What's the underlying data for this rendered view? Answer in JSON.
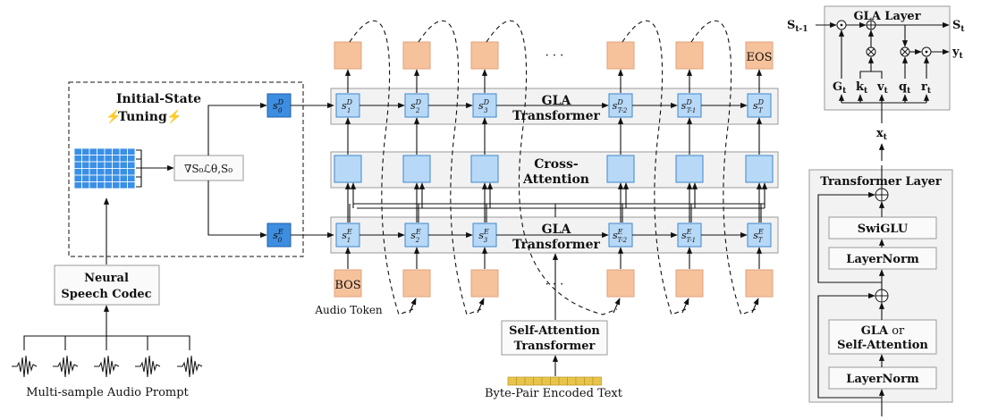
{
  "left": {
    "initial_state_title": "Initial-State",
    "tuning_label": "Tuning",
    "gradient_label": "∇S₀ℒθ,S₀",
    "codec_line1": "Neural",
    "codec_line2": "Speech Codec",
    "audio_prompt_label": "Multi-sample Audio Prompt"
  },
  "center": {
    "gla_top_line1": "GLA",
    "gla_top_line2": "Transformer",
    "cross_line1": "Cross-",
    "cross_line2": "Attention",
    "gla_bottom_line1": "GLA",
    "gla_bottom_line2": "Transformer",
    "eos_label": "EOS",
    "bos_label": "BOS",
    "audio_token_label": "Audio Token",
    "ellipsis": "· · ·",
    "self_attn_line1": "Self-Attention",
    "self_attn_line2": "Transformer",
    "bpe_label": "Byte-Pair Encoded Text",
    "decoder_states": [
      {
        "base": "s",
        "sup": "D",
        "sub": "0"
      },
      {
        "base": "s",
        "sup": "D",
        "sub": "1"
      },
      {
        "base": "s",
        "sup": "D",
        "sub": "2"
      },
      {
        "base": "s",
        "sup": "D",
        "sub": "3"
      },
      {
        "base": "s",
        "sup": "D",
        "sub": "T-2"
      },
      {
        "base": "s",
        "sup": "D",
        "sub": "T-1"
      },
      {
        "base": "s",
        "sup": "D",
        "sub": "T"
      }
    ],
    "encoder_states": [
      {
        "base": "s",
        "sup": "E",
        "sub": "0"
      },
      {
        "base": "s",
        "sup": "E",
        "sub": "1"
      },
      {
        "base": "s",
        "sup": "E",
        "sub": "2"
      },
      {
        "base": "s",
        "sup": "E",
        "sub": "3"
      },
      {
        "base": "s",
        "sup": "E",
        "sub": "T-2"
      },
      {
        "base": "s",
        "sup": "E",
        "sub": "T-1"
      },
      {
        "base": "s",
        "sup": "E",
        "sub": "T"
      }
    ]
  },
  "gla_layer": {
    "title": "GLA Layer",
    "s_in": "S",
    "s_in_sub": "t-1",
    "s_out": "S",
    "s_out_sub": "t",
    "y_out": "y",
    "y_out_sub": "t",
    "x_in": "x",
    "x_in_sub": "t",
    "g": "G",
    "g_sub": "t",
    "k": "k",
    "k_sub": "t",
    "v": "v",
    "v_sub": "t",
    "q": "q",
    "q_sub": "t",
    "r": "r",
    "r_sub": "t"
  },
  "transformer_layer": {
    "title": "Transformer Layer",
    "swiglu": "SwiGLU",
    "layernorm_top": "LayerNorm",
    "gla_word": "GLA",
    "or_word": "or",
    "self_attention": "Self-Attention",
    "layernorm_bottom": "LayerNorm"
  }
}
